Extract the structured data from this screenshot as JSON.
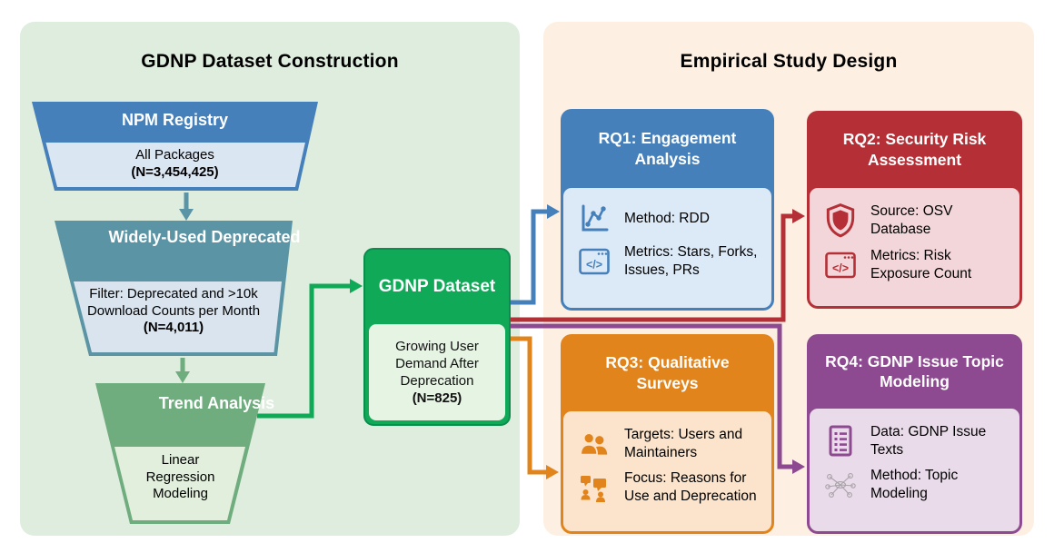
{
  "panels": {
    "construction": {
      "title": "GDNP Dataset Construction",
      "funnel_stages": [
        {
          "header": "NPM Registry",
          "body": "All Packages",
          "count": "(N=3,454,425)"
        },
        {
          "header": "Widely-Used Deprecated",
          "body": "Filter: Deprecated and >10k Download Counts per Month",
          "count": "(N=4,011)"
        },
        {
          "header": "Trend Analysis",
          "body": "Linear Regression Modeling",
          "count": ""
        }
      ],
      "dataset_box": {
        "header": "GDNP Dataset",
        "body": "Growing User Demand After Deprecation",
        "count": "(N=825)"
      }
    },
    "study": {
      "title": "Empirical Study Design",
      "rq_boxes": [
        {
          "header": "RQ1: Engagement Analysis",
          "items": [
            {
              "icon": "line-chart-icon",
              "text": "Method: RDD"
            },
            {
              "icon": "code-window-icon",
              "text": "Metrics: Stars, Forks, Issues, PRs"
            }
          ],
          "accent": "#4580bb"
        },
        {
          "header": "RQ2: Security Risk Assessment",
          "items": [
            {
              "icon": "shield-icon",
              "text": "Source: OSV Database"
            },
            {
              "icon": "code-window-icon",
              "text": "Metrics: Risk Exposure Count"
            }
          ],
          "accent": "#b43036"
        },
        {
          "header": "RQ3: Qualitative Surveys",
          "items": [
            {
              "icon": "users-icon",
              "text": "Targets: Users and Maintainers"
            },
            {
              "icon": "discussion-icon",
              "text": "Focus: Reasons for Use and Deprecation"
            }
          ],
          "accent": "#e2841c"
        },
        {
          "header": "RQ4: GDNP Issue Topic Modeling",
          "items": [
            {
              "icon": "list-icon",
              "text": "Data: GDNP Issue Texts"
            },
            {
              "icon": "network-icon",
              "text": "Method: Topic Modeling"
            }
          ],
          "accent": "#8d4a90"
        }
      ]
    }
  },
  "colors": {
    "left_panel_bg": "#deeddd",
    "right_panel_bg": "#fdf0e2",
    "funnel_blue": "#4580bb",
    "funnel_teal": "#5b94a5",
    "funnel_green": "#6fac7e",
    "dataset_green": "#0fa958",
    "rq1_blue": "#4580bb",
    "rq2_red": "#b43036",
    "rq3_orange": "#e2841c",
    "rq4_purple": "#8d4a90"
  }
}
